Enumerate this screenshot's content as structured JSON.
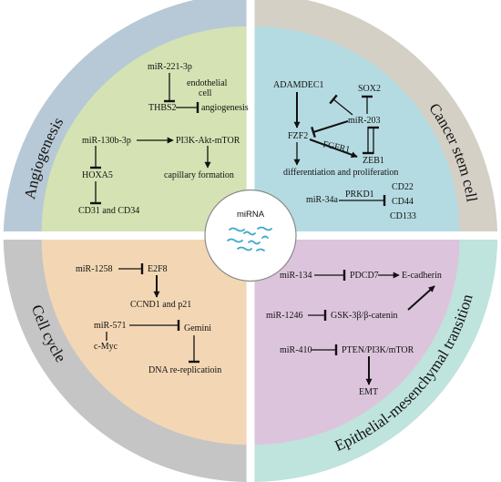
{
  "center": {
    "label": "miRNA"
  },
  "quadrants": {
    "angiogenesis": {
      "title": "Angiogenesis",
      "color_outer": "#b7c9d6",
      "color_inner": "#d5e2b3",
      "labels": {
        "mir221": "miR-221-3p",
        "endothelial_line1": "endothelial",
        "endothelial_line2": "cell",
        "thbs2": "THBS2",
        "angio": "angiogenesis",
        "mir130": "miR-130b-3p",
        "pi3k": "PI3K-Akt-mTOR",
        "hoxa5": "HOXA5",
        "capillary": "capillary formation",
        "cd31": "CD31 and CD34"
      }
    },
    "cancer_stem_cell": {
      "title": "Cancer stem cell",
      "color_outer": "#d4d0c6",
      "color_inner": "#b5dbe2",
      "labels": {
        "adamdec1": "ADAMDEC1",
        "sox2": "SOX2",
        "mir203": "miR-203",
        "fzd2": "FZF2",
        "fgfr1": "FGFR1",
        "zeb1": "ZEB1",
        "diff": "differentiation and proliferation",
        "mir34a": "miR-34a",
        "prkd1": "PRKD1",
        "cd22": "CD22",
        "cd44": "CD44",
        "cd133": "CD133"
      }
    },
    "cell_cycle": {
      "title": "Cell cycle",
      "color_outer": "#c5c5c5",
      "color_inner": "#f3d7b4",
      "labels": {
        "mir1258": "miR-1258",
        "e2f8": "E2F8",
        "ccnd1": "CCND1 and p21",
        "mir571": "miR-571",
        "gemini": "Gemini",
        "cmyc": "c-Myc",
        "dna": "DNA re-replicatioin"
      }
    },
    "emt": {
      "title": "Epithelial-mesenchymal transition",
      "color_outer": "#bfe3dd",
      "color_inner": "#dcc5dc",
      "labels": {
        "mir134": "miR-134",
        "pdcd7": "PDCD7",
        "ecad": "E-cadherin",
        "mir1246": "miR-1246",
        "gsk": "GSK-3β/β-catenin",
        "mir410": "miR-410",
        "pten": "PTEN/PI3K/mTOR",
        "emt": "EMT"
      }
    }
  }
}
